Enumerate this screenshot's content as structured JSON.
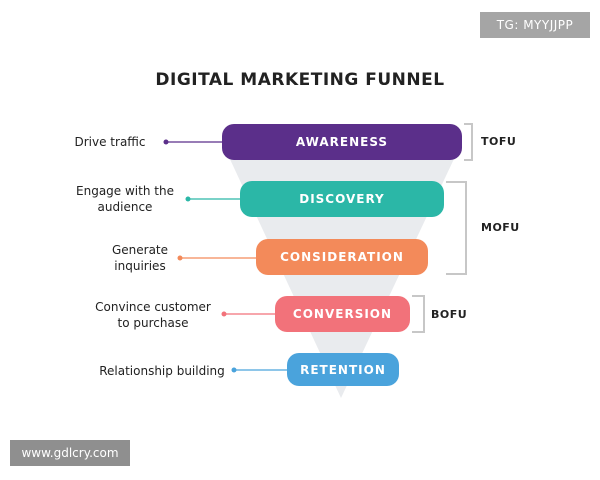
{
  "watermark_top": "TG: MYYJJPP",
  "watermark_bottom": "www.gdlcry.com",
  "title": "DIGITAL MARKETING FUNNEL",
  "stages": [
    {
      "name": "AWARENESS",
      "description_line1": "Drive traffic",
      "description_line2": "",
      "color": "#5b2f8a"
    },
    {
      "name": "DISCOVERY",
      "description_line1": "Engage with the",
      "description_line2": "audience",
      "color": "#2bb7a7"
    },
    {
      "name": "CONSIDERATION",
      "description_line1": "Generate",
      "description_line2": "inquiries",
      "color": "#f38a5a"
    },
    {
      "name": "CONVERSION",
      "description_line1": "Convince customer",
      "description_line2": "to purchase",
      "color": "#f2727a"
    },
    {
      "name": "RETENTION",
      "description_line1": "Relationship building",
      "description_line2": "",
      "color": "#4aa3dc"
    }
  ],
  "phases": {
    "tofu": "TOFU",
    "mofu": "MOFU",
    "bofu": "BOFU"
  },
  "colors": {
    "funnel": "#e9ebee",
    "bracket": "#c7c7c7",
    "connector": "#4aa8c8"
  }
}
